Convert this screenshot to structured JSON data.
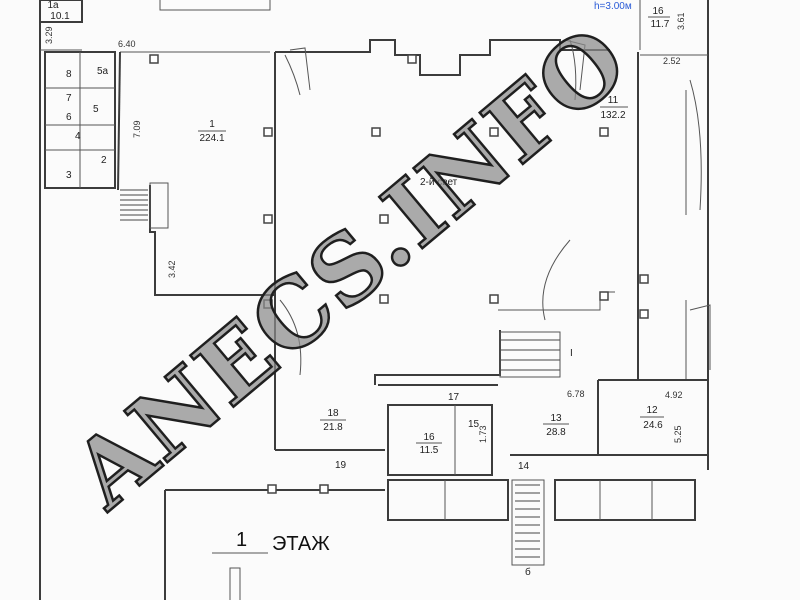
{
  "height_note": "h=3.00м",
  "floor": {
    "number": "1",
    "label": "ЭТАЖ"
  },
  "hall_note": "2-й свет",
  "watermark": "ANECS.INFO",
  "rooms": [
    {
      "id": "1a",
      "num": "1а",
      "area": "10.1"
    },
    {
      "id": "1",
      "num": "1",
      "area": "224.1"
    },
    {
      "id": "11",
      "num": "11",
      "area": "132.2"
    },
    {
      "id": "16top",
      "num": "16",
      "area": "11.7"
    },
    {
      "id": "18",
      "num": "18",
      "area": "21.8"
    },
    {
      "id": "16",
      "num": "16",
      "area": "11.5"
    },
    {
      "id": "13",
      "num": "13",
      "area": "28.8"
    },
    {
      "id": "12",
      "num": "12",
      "area": "24.6"
    }
  ],
  "small_rooms": [
    "8",
    "5а",
    "7",
    "5",
    "6",
    "4",
    "2",
    "3",
    "17",
    "15",
    "19",
    "14",
    "б"
  ],
  "dimensions": [
    "6.40",
    "3.29",
    "7.09",
    "3.42",
    "3.61",
    "2.52",
    "6.78",
    "4.92",
    "5.25",
    "1.73"
  ],
  "marker": "I"
}
